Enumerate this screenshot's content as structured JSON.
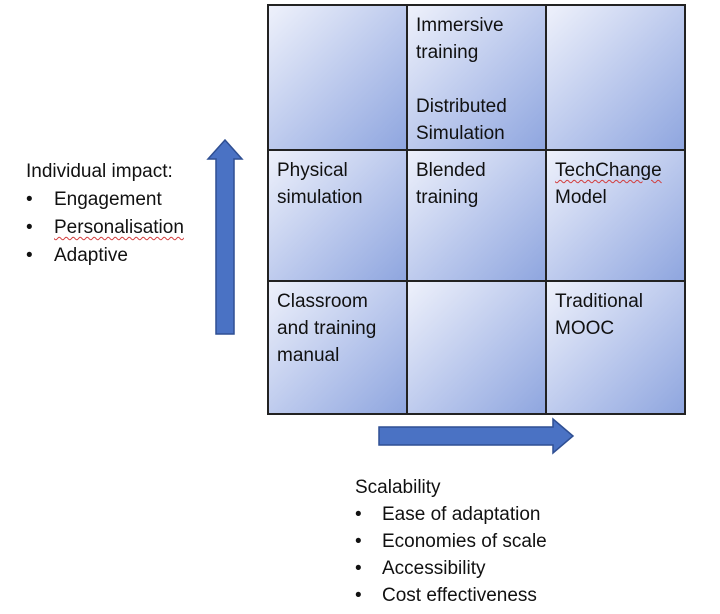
{
  "individual_impact": {
    "heading": "Individual impact:",
    "items": [
      "Engagement",
      "Personalisation",
      "Adaptive"
    ]
  },
  "scalability": {
    "heading": "Scalability",
    "items": [
      "Ease of adaptation",
      "Economies of scale",
      "Accessibility",
      "Cost effectiveness"
    ]
  },
  "matrix": {
    "r0c0": "",
    "r0c1_a1": "Immersive",
    "r0c1_a2": "training",
    "r0c1_b1": "Distributed",
    "r0c1_b2": "Simulation",
    "r0c2": "",
    "r1c0_1": "Physical",
    "r1c0_2": "simulation",
    "r1c1_1": "Blended",
    "r1c1_2": "training",
    "r1c2_1": "TechChange",
    "r1c2_2": "Model",
    "r2c0_1": "Classroom",
    "r2c0_2": "and training",
    "r2c0_3": "manual",
    "r2c1": "",
    "r2c2_1": "Traditional",
    "r2c2_2": "MOOC"
  },
  "colors": {
    "arrow_fill": "#4a72c4",
    "arrow_stroke": "#2f4f93",
    "cell_gradient": [
      "#eef1fb",
      "#b9c7ec",
      "#8fa6df"
    ],
    "spellcheck_underline": "#d23b3b"
  }
}
